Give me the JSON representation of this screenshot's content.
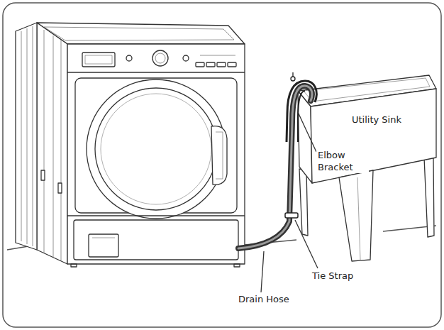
{
  "diagram": {
    "labels": [
      "Utility Sink",
      "Elbow Bracket",
      "Tie Strap",
      "Drain Hose"
    ]
  }
}
